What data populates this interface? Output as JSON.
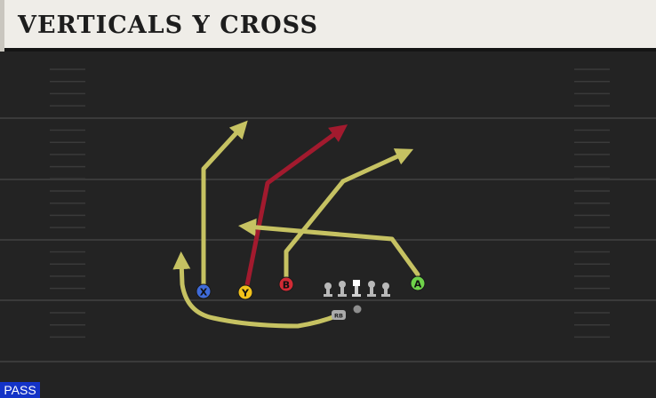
{
  "title": "VERTICALS Y CROSS",
  "badge": "PASS",
  "colors": {
    "route_yellow": "#c6c262",
    "route_red": "#a21a2e",
    "field_bg": "#232323",
    "yard_line": "#3c3c3c"
  },
  "players": {
    "X": {
      "label": "X",
      "color": "#3f6bd9",
      "text_color": "#111111"
    },
    "Y": {
      "label": "Y",
      "color": "#f2c21b",
      "text_color": "#111111"
    },
    "B": {
      "label": "B",
      "color": "#d12b35",
      "text_color": "#111111"
    },
    "A": {
      "label": "A",
      "color": "#6fd24a",
      "text_color": "#111111"
    },
    "RB": {
      "label": "RB",
      "color": "#aaaaaa",
      "text_color": "#222222"
    }
  }
}
